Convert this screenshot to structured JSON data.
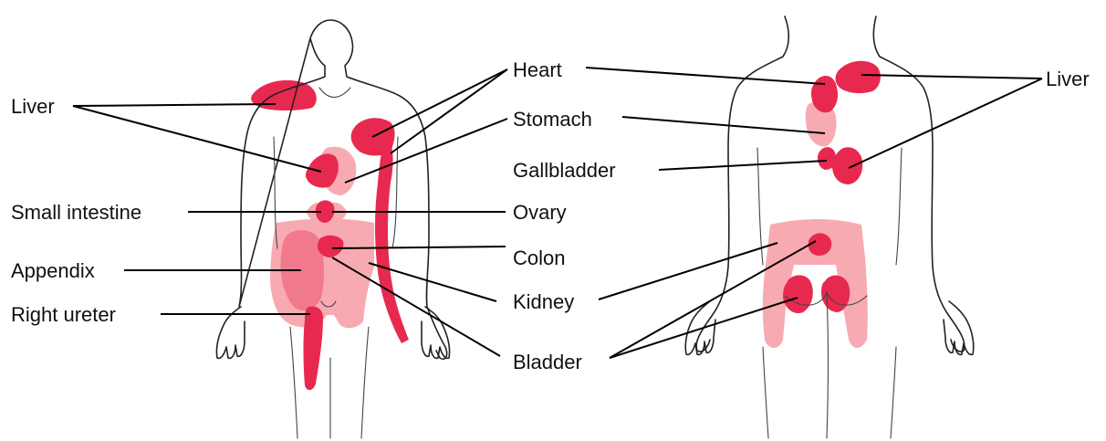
{
  "colors": {
    "strong": "#e8294f",
    "light": "#f8aab2",
    "mid": "#f07a8c",
    "outline": "#222222"
  },
  "labels": {
    "liver_front": "Liver",
    "small_intestine": "Small intestine",
    "appendix": "Appendix",
    "right_ureter": "Right ureter",
    "heart": "Heart",
    "stomach": "Stomach",
    "gallbladder": "Gallbladder",
    "ovary": "Ovary",
    "colon": "Colon",
    "kidney": "Kidney",
    "bladder": "Bladder",
    "liver_back": "Liver"
  }
}
